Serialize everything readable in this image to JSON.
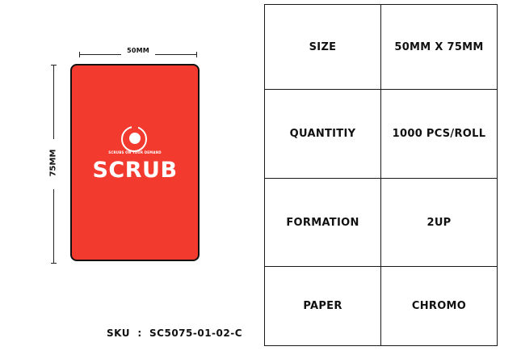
{
  "dimensions": {
    "width_label": "50MM",
    "height_label": "75MM"
  },
  "label_card": {
    "background_color": "#f23a2f",
    "logo_icon": "leaf-circle-logo",
    "logo_tagline": "SCRUBS ON YOUR DEMAND",
    "brand_name": "SCRUB"
  },
  "sku": {
    "label": "SKU",
    "separator": ":",
    "value": "SC5075-01-02-C"
  },
  "specs": [
    {
      "label": "SIZE",
      "value": "50MM X 75MM"
    },
    {
      "label": "QUANTITIY",
      "value": "1000 PCS/ROLL"
    },
    {
      "label": "FORMATION",
      "value": "2UP"
    },
    {
      "label": "PAPER",
      "value": "CHROMO"
    }
  ]
}
